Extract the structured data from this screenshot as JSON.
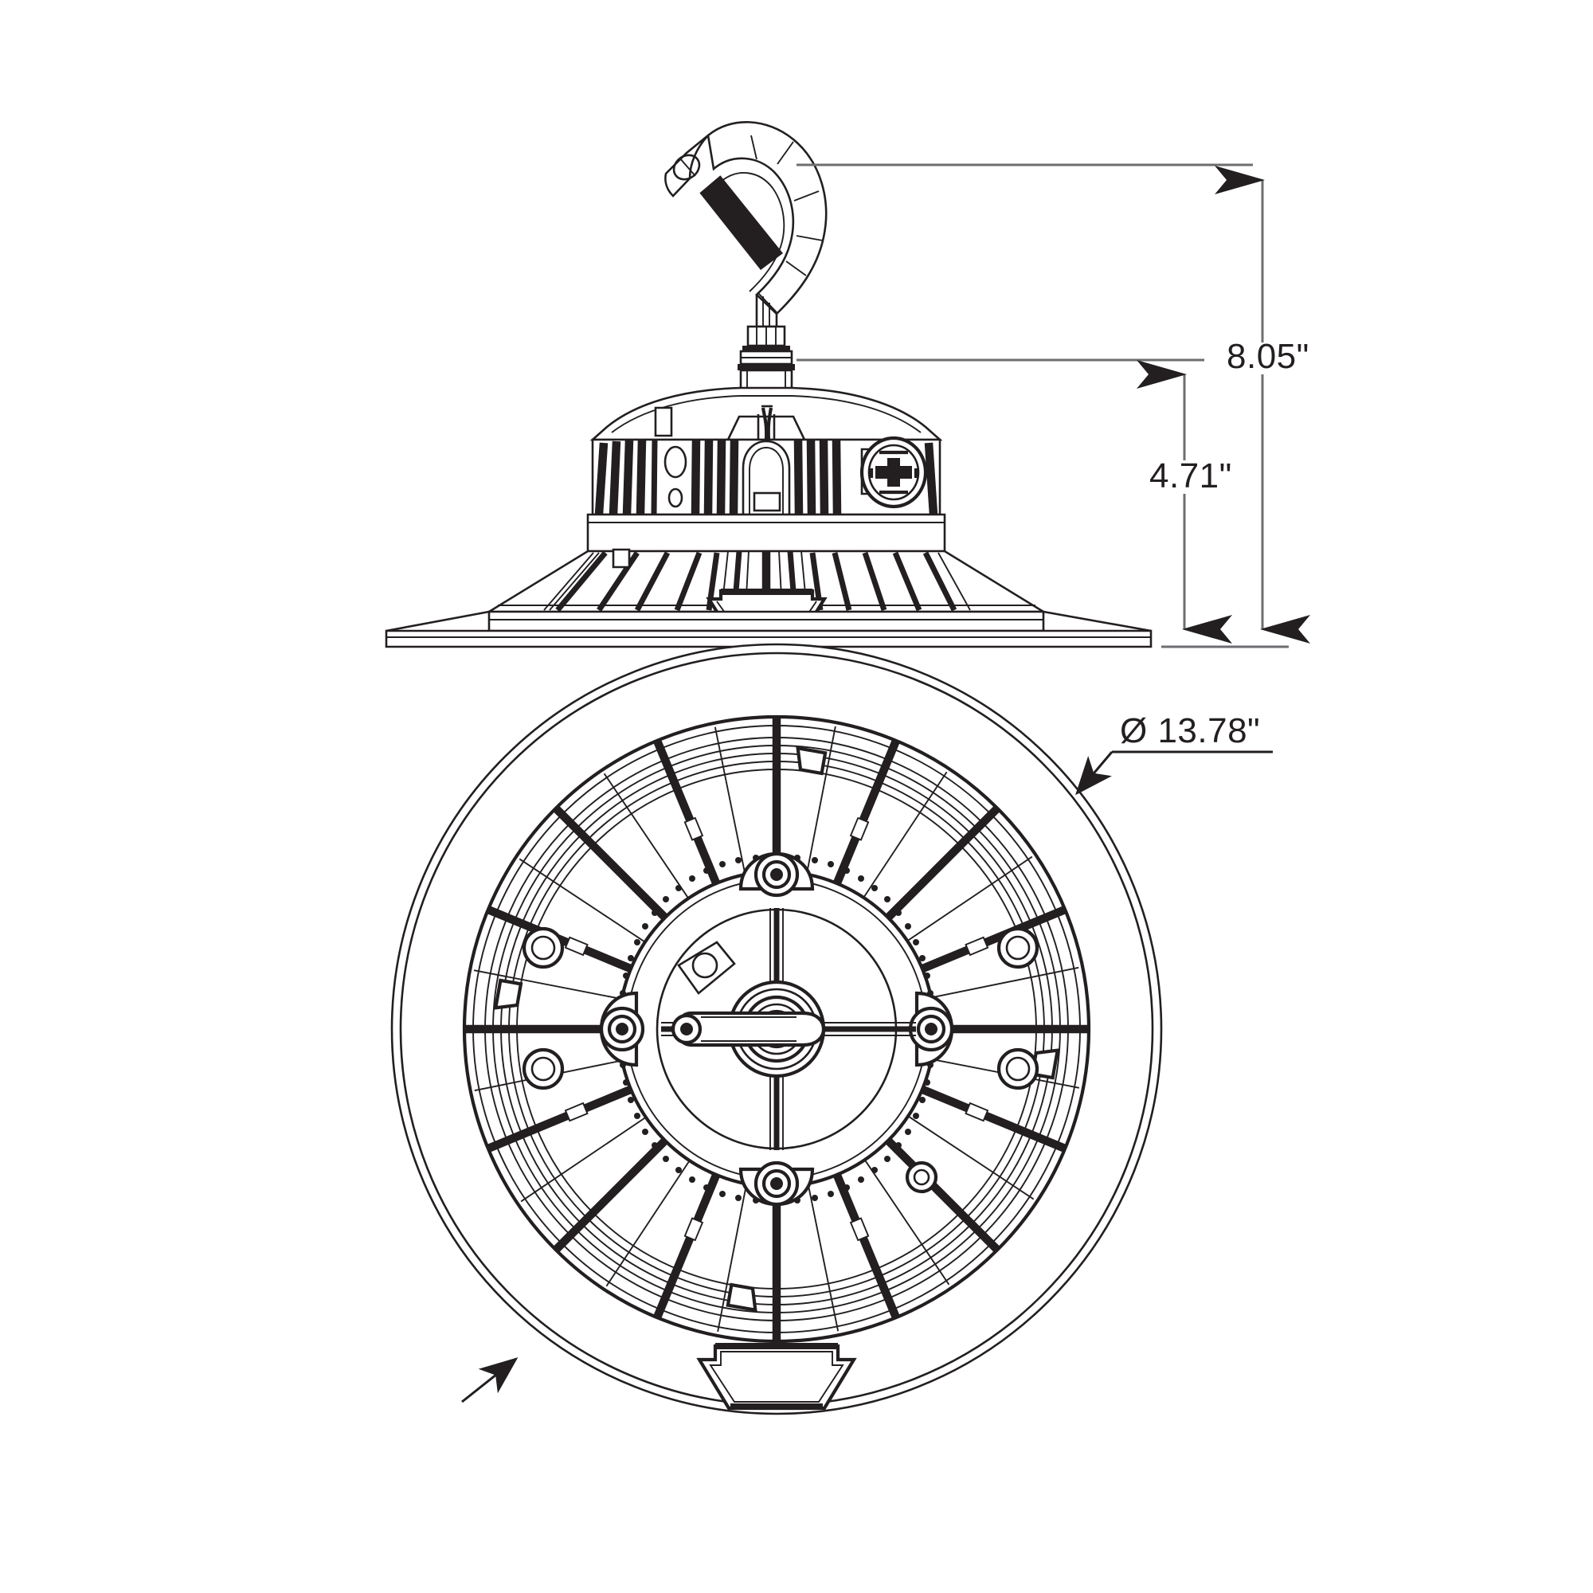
{
  "drawing": {
    "title": "LED High Bay Luminaire Dimensional Drawing",
    "background_color": "#ffffff",
    "line_color": "#231f20",
    "dimension_color": "#6d6e71"
  },
  "dimensions": {
    "overall_height": {
      "label": "8.05\"",
      "name": "overall-height-dimension",
      "value": 8.05,
      "unit": "inch"
    },
    "fixture_height": {
      "label": "4.71\"",
      "name": "fixture-height-dimension",
      "value": 4.71,
      "unit": "inch"
    },
    "diameter": {
      "label": "Ø 13.78\"",
      "name": "diameter-dimension",
      "value": 13.78,
      "unit": "inch",
      "symbol": "Ø"
    }
  },
  "views": {
    "side_view": {
      "name": "side-elevation-view",
      "parts": {
        "hook": "mounting-hook",
        "stem": "threaded-stem",
        "housing": "heatsink-housing",
        "driver_port": "driver-access-port",
        "reflector": "reflector-shade",
        "rim": "reflector-rim"
      }
    },
    "bottom_view": {
      "name": "bottom-plan-view",
      "fin_count": 16,
      "screw_count": 4,
      "boss_count": 6,
      "parts": {
        "outer_rim": "outer-reflector-rim",
        "fin_ring": "radial-fin-ring",
        "hub": "center-hub",
        "bracket": "bottom-mounting-bracket"
      }
    }
  }
}
